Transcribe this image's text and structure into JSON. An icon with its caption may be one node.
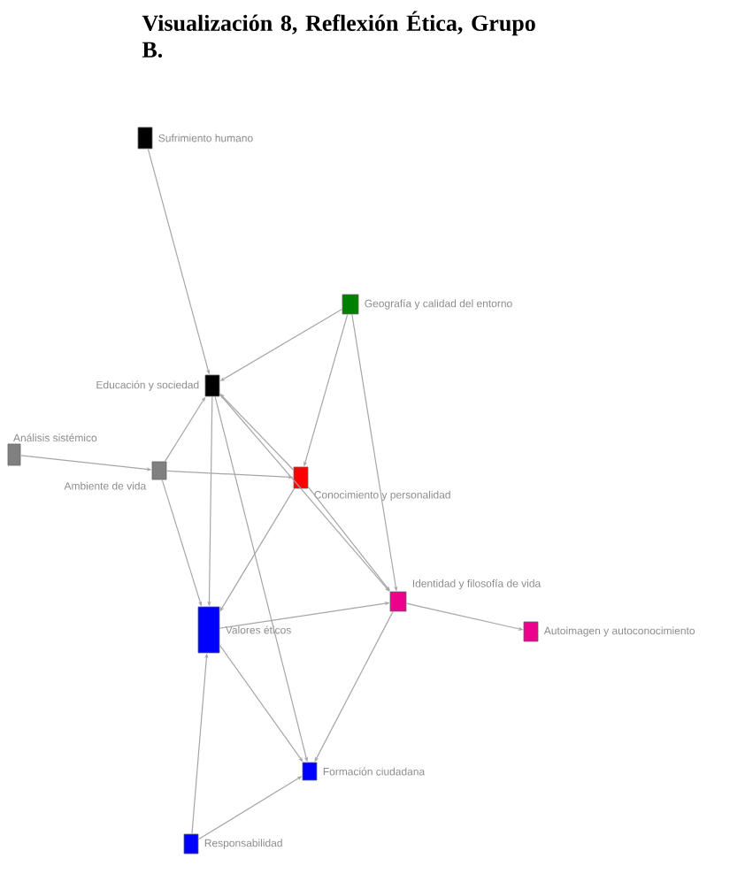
{
  "diagram": {
    "title": "Visualización 8, Reflexión Ética, Grupo B.",
    "nodes": [
      {
        "text": [
          "Sufrimiento humano"
        ]
      },
      {
        "text": [
          "Geografía y calidad del entorno"
        ]
      },
      {
        "text": [
          "Educación y sociedad"
        ]
      },
      {
        "text": [
          "Análisis sistémico"
        ]
      },
      {
        "text": [
          "Ambiente de vida"
        ]
      },
      {
        "text": [
          "Conocimiento y personalidad"
        ]
      },
      {
        "text": [
          "Identidad y filosofía de vida"
        ]
      },
      {
        "text": [
          "Valores éticos"
        ]
      },
      {
        "text": [
          "Autoimagen y autoconocimiento"
        ]
      },
      {
        "text": [
          "Formación ciudadana"
        ]
      },
      {
        "text": [
          "Responsabilidad"
        ]
      }
    ],
    "edges": [
      {
        "from": 0,
        "to": 2,
        "arrow": "to"
      },
      {
        "from": 1,
        "to": 2,
        "arrow": "to"
      },
      {
        "from": 1,
        "to": 5,
        "arrow": "to"
      },
      {
        "from": 1,
        "to": 6,
        "arrow": "to"
      },
      {
        "from": 3,
        "to": 4,
        "arrow": "to"
      },
      {
        "from": 4,
        "to": 2,
        "arrow": "to"
      },
      {
        "from": 4,
        "to": 7,
        "arrow": "to"
      },
      {
        "from": 4,
        "to": 5,
        "arrow": "to"
      },
      {
        "from": 5,
        "to": 2,
        "arrow": "to"
      },
      {
        "from": 5,
        "to": 7,
        "arrow": "to"
      },
      {
        "from": 5,
        "to": 6,
        "arrow": "to"
      },
      {
        "from": 2,
        "to": 7,
        "arrow": "to"
      },
      {
        "from": 2,
        "to": 6,
        "arrow": "to"
      },
      {
        "from": 2,
        "to": 9,
        "arrow": "to"
      },
      {
        "from": 7,
        "to": 6,
        "arrow": "to"
      },
      {
        "from": 6,
        "to": 8,
        "arrow": "to"
      },
      {
        "from": 7,
        "to": 9,
        "arrow": "to"
      },
      {
        "from": 6,
        "to": 9,
        "arrow": "to"
      },
      {
        "from": 10,
        "to": 7,
        "arrow": "to"
      },
      {
        "from": 10,
        "to": 9,
        "arrow": "to"
      }
    ]
  }
}
